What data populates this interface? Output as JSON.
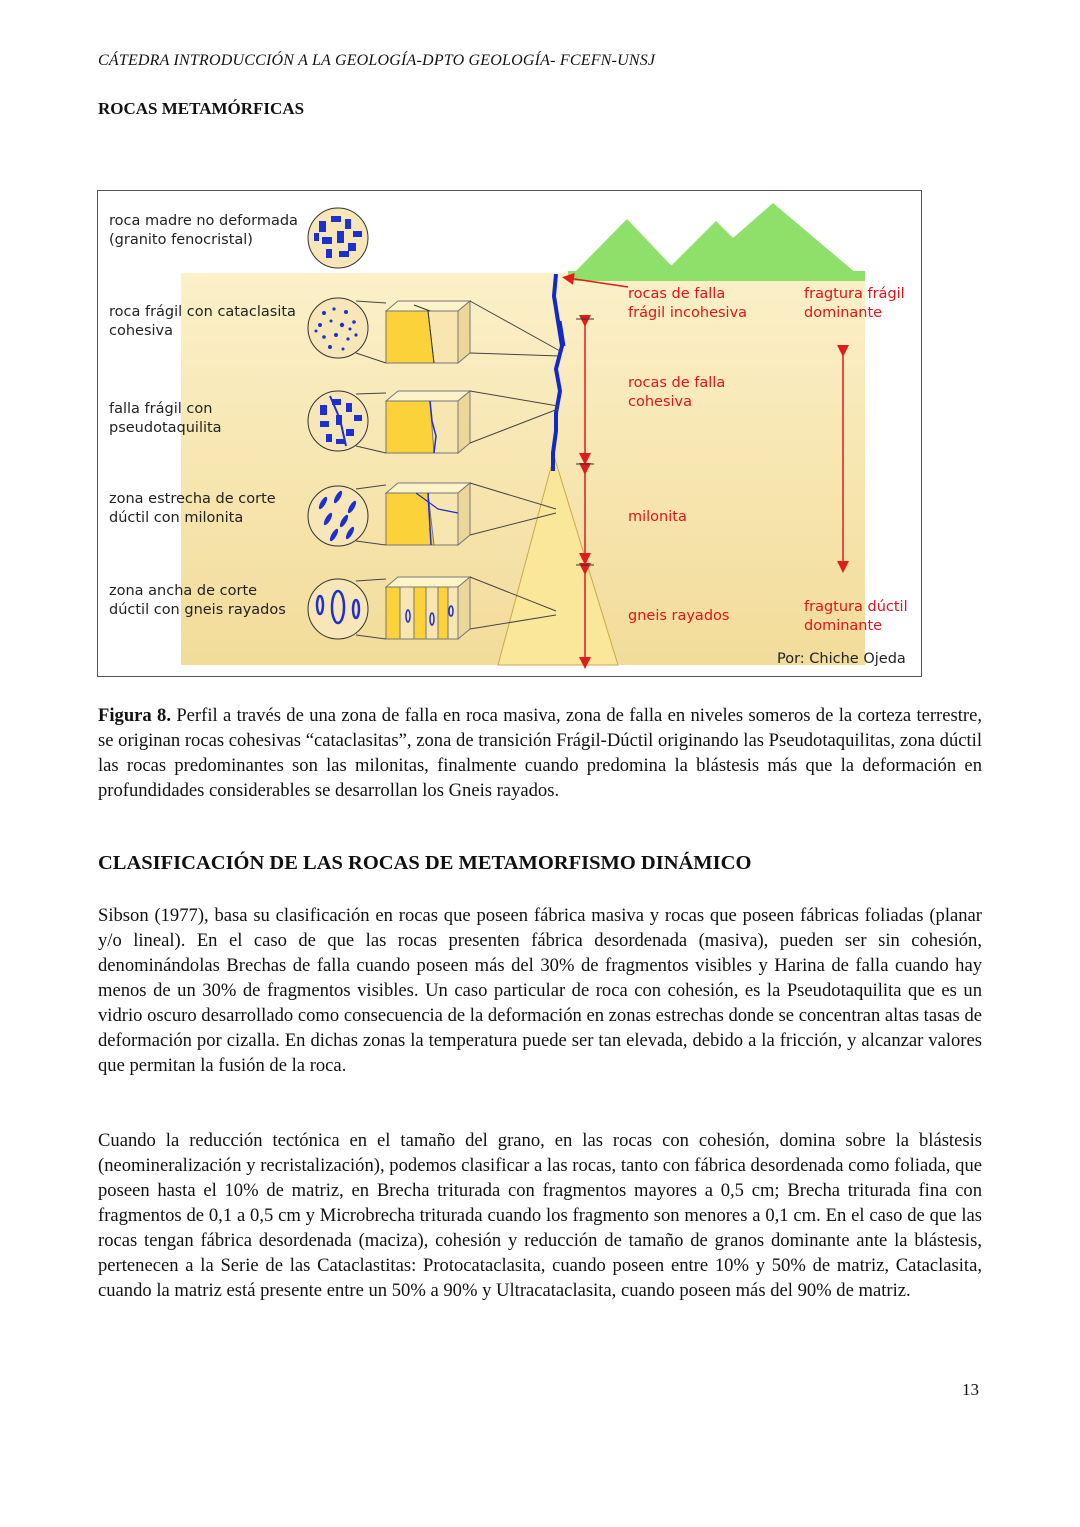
{
  "header": {
    "running_title": "CÁTEDRA INTRODUCCIÓN A LA GEOLOGÍA-DPTO GEOLOGÍA- FCEFN-UNSJ",
    "section": "ROCAS METAMÓRFICAS"
  },
  "figure": {
    "left_labels": [
      {
        "line1": "roca madre no deformada",
        "line2": "(granito fenocristal)"
      },
      {
        "line1": "roca frágil con cataclasita",
        "line2": "cohesiva"
      },
      {
        "line1": "falla frágil con",
        "line2": "pseudotaquilita"
      },
      {
        "line1": "zona estrecha de corte",
        "line2": "dúctil con milonita"
      },
      {
        "line1": "zona ancha de corte",
        "line2": "dúctil con gneis rayados"
      }
    ],
    "zone_labels": [
      {
        "line1": "rocas de falla",
        "line2": "frágil incohesiva"
      },
      {
        "line1": "rocas de falla",
        "line2": "cohesiva"
      },
      {
        "line1": "milonita",
        "line2": ""
      },
      {
        "line1": "gneis rayados",
        "line2": ""
      }
    ],
    "regime_labels": [
      {
        "line1": "fragtura frágil",
        "line2": "dominante"
      },
      {
        "line1": "fragtura dúctil",
        "line2": "dominante"
      }
    ],
    "credit": "Por: Chiche Ojeda",
    "colors": {
      "mountains": "#8fe06a",
      "rock": "#f7e6b0",
      "wedge": "#fbe89a",
      "fault": "#1228c8",
      "labels_red": "#e0141c",
      "arrows": "#e01c1c"
    }
  },
  "caption": {
    "label": "Figura 8.",
    "text": " Perfil a través de una zona de falla en roca masiva, zona de falla en niveles someros de la corteza terrestre, se originan rocas cohesivas “cataclasitas”, zona de transición Frágil-Dúctil originando las Pseudotaquilitas, zona dúctil las rocas predominantes son las milonitas, finalmente cuando predomina la blástesis más que la deformación en profundidades considerables se desarrollan los Gneis rayados."
  },
  "section2": {
    "title": "CLASIFICACIÓN DE LAS ROCAS DE METAMORFISMO DINÁMICO",
    "paragraph1": "Sibson (1977), basa su clasificación en rocas que poseen fábrica masiva y rocas que poseen fábricas foliadas (planar y/o lineal). En el caso de que las rocas presenten fábrica desordenada (masiva), pueden ser sin cohesión, denominándolas Brechas de falla cuando poseen más del 30% de fragmentos visibles y Harina de falla cuando hay menos de un 30% de fragmentos visibles. Un caso particular de roca con cohesión, es la Pseudotaquilita que es un vidrio oscuro desarrollado como consecuencia de la deformación en zonas estrechas donde se concentran altas tasas de deformación por cizalla. En dichas zonas la temperatura puede ser tan elevada, debido a la fricción, y alcanzar valores que permitan la fusión de la roca.",
    "paragraph2": "Cuando la reducción tectónica en el tamaño del grano, en las rocas con cohesión, domina sobre la blástesis (neomineralización y recristalización), podemos clasificar a las rocas, tanto con fábrica desordenada como foliada, que poseen hasta el 10% de matriz, en Brecha triturada con fragmentos mayores a 0,5 cm; Brecha triturada fina con fragmentos de 0,1 a 0,5 cm y Microbrecha triturada cuando los fragmento son menores a 0,1 cm. En el caso de que las rocas tengan fábrica desordenada (maciza), cohesión y reducción de tamaño de granos dominante ante la blástesis, pertenecen a la Serie de las Cataclastitas: Protocataclasita, cuando poseen entre 10% y 50% de matriz, Cataclasita, cuando la matriz está presente entre un 50% a 90% y Ultracataclasita, cuando poseen más del 90% de matriz."
  },
  "page_number": "13"
}
